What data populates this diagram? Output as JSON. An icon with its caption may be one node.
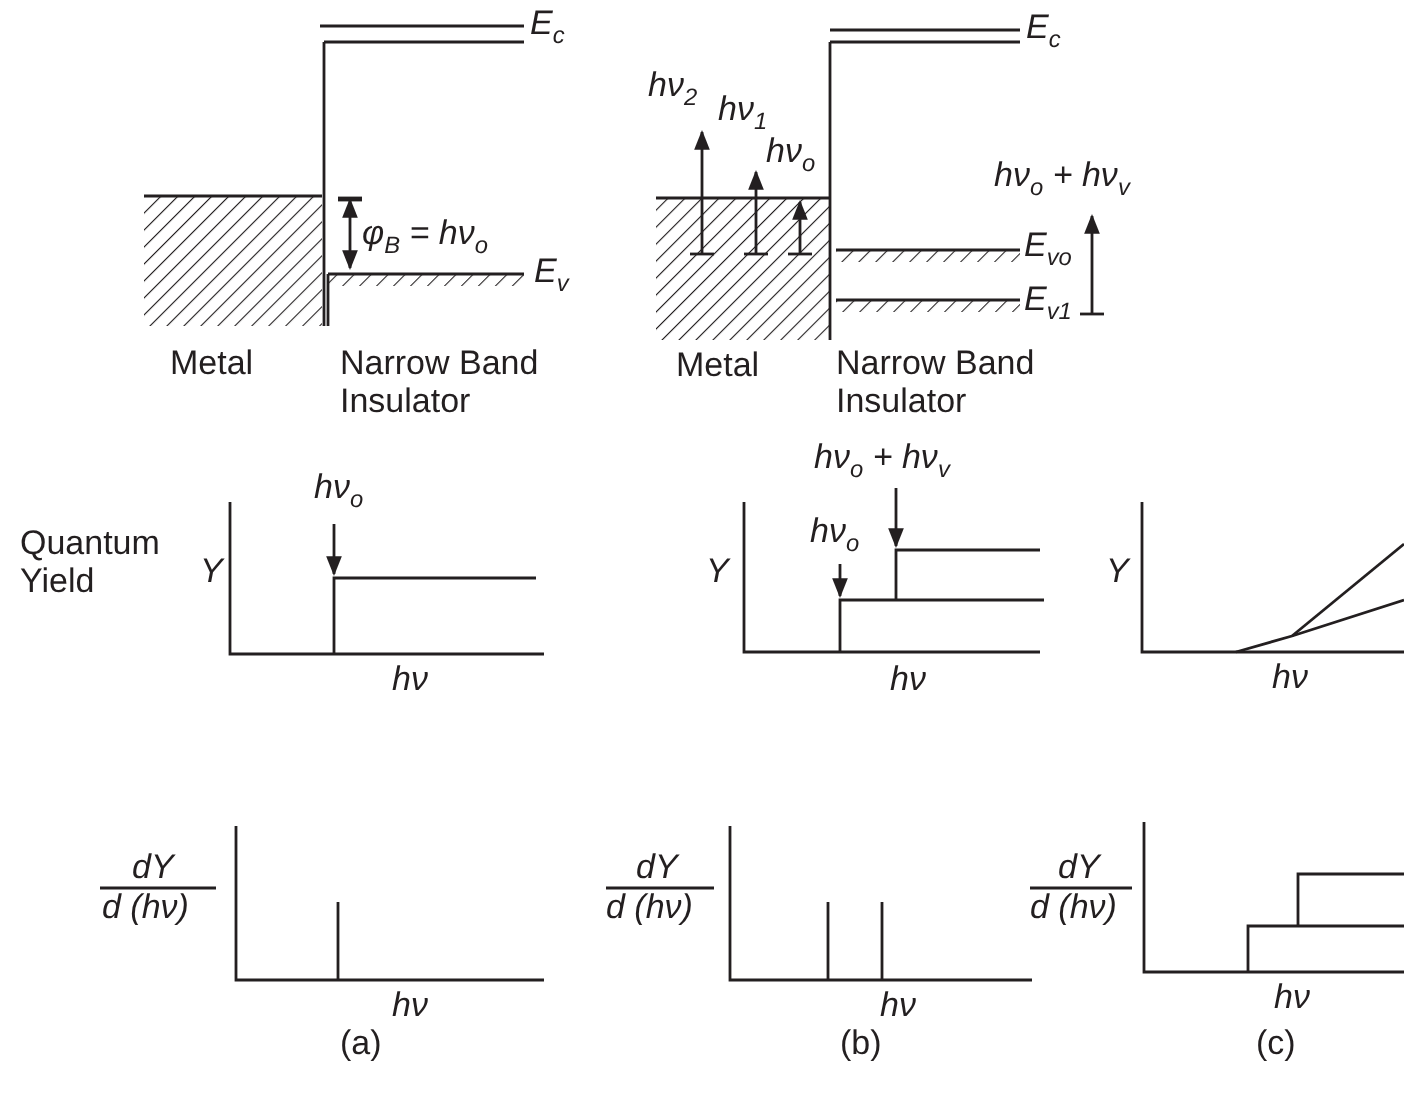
{
  "diagram": {
    "labels": [
      "E$_{c}$",
      "φ$_{B}$ = hν$_{o}$",
      "E$_{v}$",
      "Metal",
      "Narrow Band Insulator",
      "hν$_{2}$",
      "hν$_{1}$",
      "hν$_{o}$",
      "E$_{c}$",
      "hν$_{o}$ + hν$_{v}$",
      "E$_{vo}$",
      "E$_{v1}$",
      "Metal",
      "Narrow Band Insulator",
      "hν$_{o}$ + hν$_{v}$",
      "hν$_{o}$",
      "Quantum Yield",
      "Y",
      "hν$_{o}$",
      "Y",
      "Y",
      "hν",
      "hν",
      "hν",
      "dY",
      "d (hν)",
      "dY",
      "d (hν)",
      "dY",
      "d (hν)",
      "hν",
      "hν",
      "hν",
      "(a)",
      "(b)",
      "(c)"
    ]
  }
}
